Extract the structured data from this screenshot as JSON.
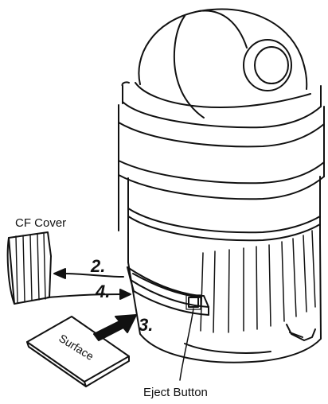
{
  "labels": {
    "cf_cover": "CF Cover",
    "eject_button": "Eject Button",
    "surface": "Surface"
  },
  "steps": {
    "step2": "2.",
    "step3": "3.",
    "step4": "4."
  },
  "colors": {
    "line": "#111111",
    "background": "#ffffff",
    "arrow_fill": "#111111"
  }
}
